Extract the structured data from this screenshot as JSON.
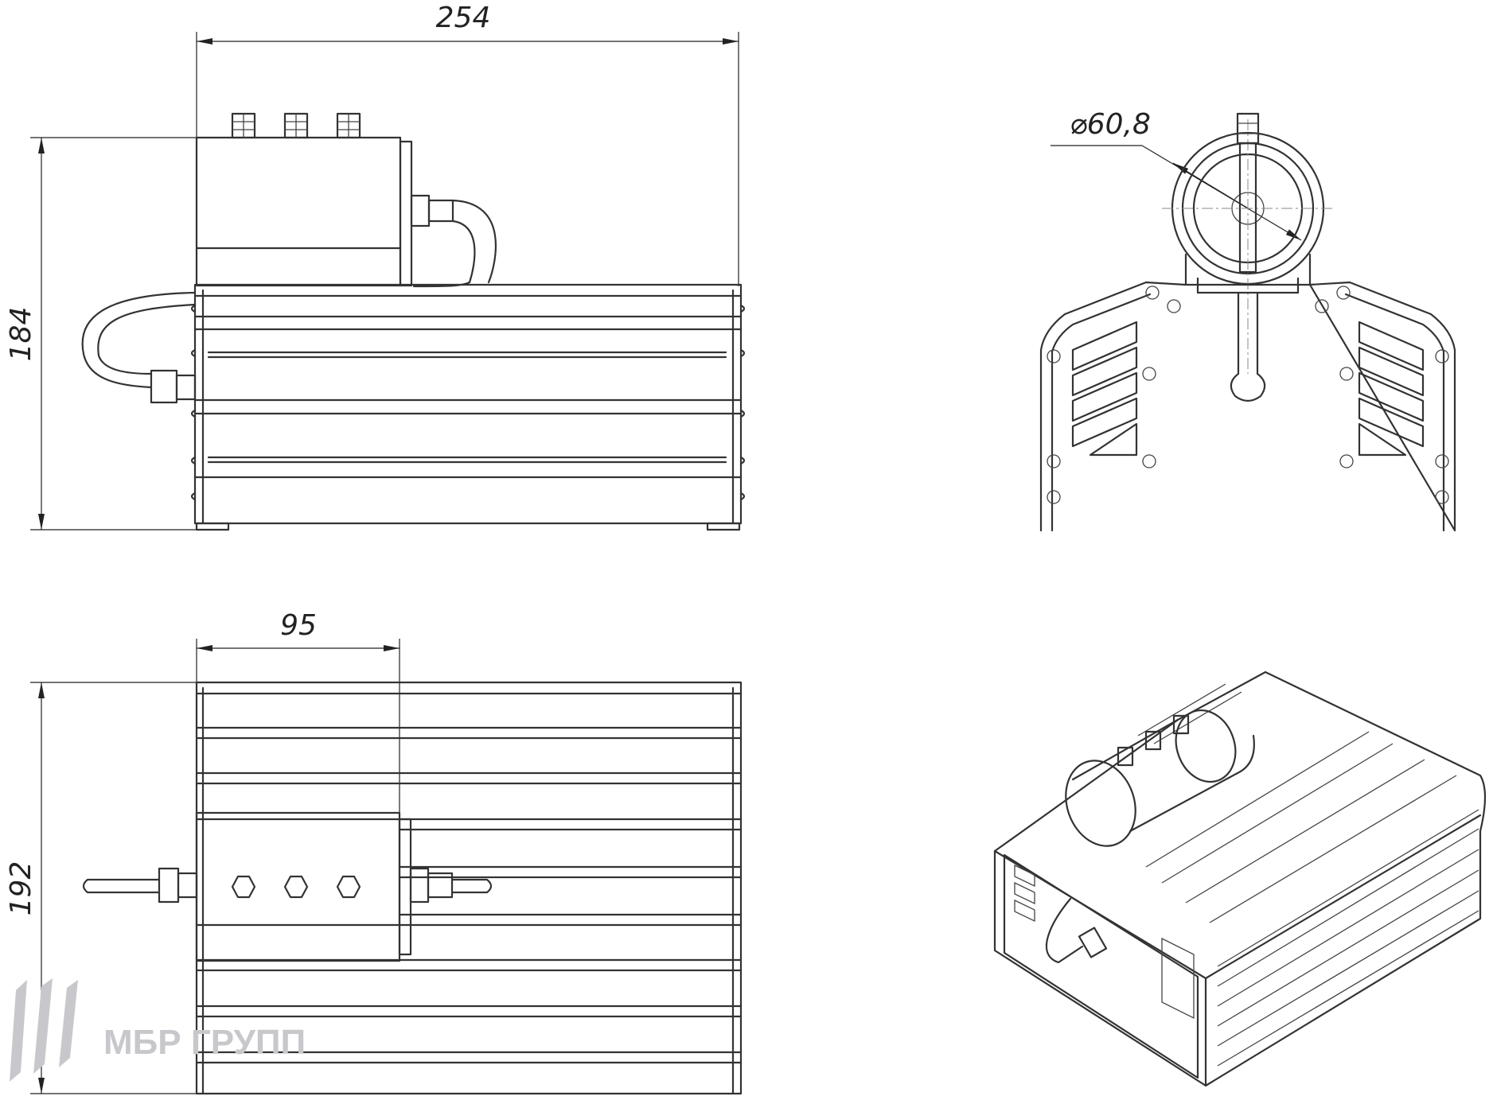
{
  "dimensions": {
    "front_width": "254",
    "front_height": "184",
    "diameter": "⌀60,8",
    "top_offset": "95",
    "top_height": "192"
  },
  "logo": {
    "text": "МБР ГРУПП",
    "color": "#c8c8cc"
  },
  "colors": {
    "line": "#333333",
    "dimension": "#222222",
    "background": "#ffffff"
  }
}
